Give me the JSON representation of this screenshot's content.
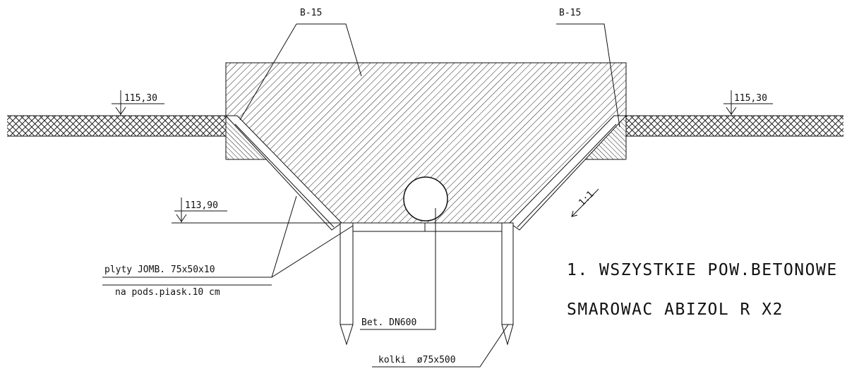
{
  "labels": {
    "concrete_left": "B-15",
    "concrete_right": "B-15",
    "level_left": "115,30",
    "level_right": "115,30",
    "level_bottom": "113,90",
    "slope": "1:1",
    "plates_line1": "plyty JOMB. 75x50x10",
    "plates_line2": "na pods.piask.10 cm",
    "pipe": "Bet. DN600",
    "stakes": "kolki  ø75x500"
  },
  "notes": {
    "line1": "1. WSZYSTKIE POW.BETONOWE",
    "line2": "SMAROWAC ABIZOL R X2"
  }
}
